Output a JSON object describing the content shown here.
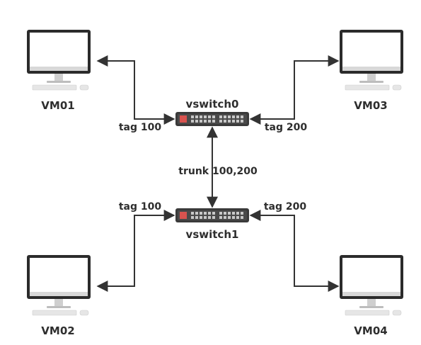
{
  "nodes": {
    "vm01": {
      "label": "VM01"
    },
    "vm02": {
      "label": "VM02"
    },
    "vm03": {
      "label": "VM03"
    },
    "vm04": {
      "label": "VM04"
    },
    "vswitch0": {
      "label": "vswitch0"
    },
    "vswitch1": {
      "label": "vswitch1"
    }
  },
  "links": {
    "vm01_vswitch0": {
      "label": "tag 100"
    },
    "vm03_vswitch0": {
      "label": "tag 200"
    },
    "vswitch0_vswitch1": {
      "label": "trunk 100,200"
    },
    "vm02_vswitch1": {
      "label": "tag 100"
    },
    "vm04_vswitch1": {
      "label": "tag 200"
    }
  },
  "colors": {
    "line": "#333333",
    "monitor_frame": "#2b2b2b",
    "switch_body": "#3a3a3a",
    "switch_port_red": "#d9534f"
  }
}
